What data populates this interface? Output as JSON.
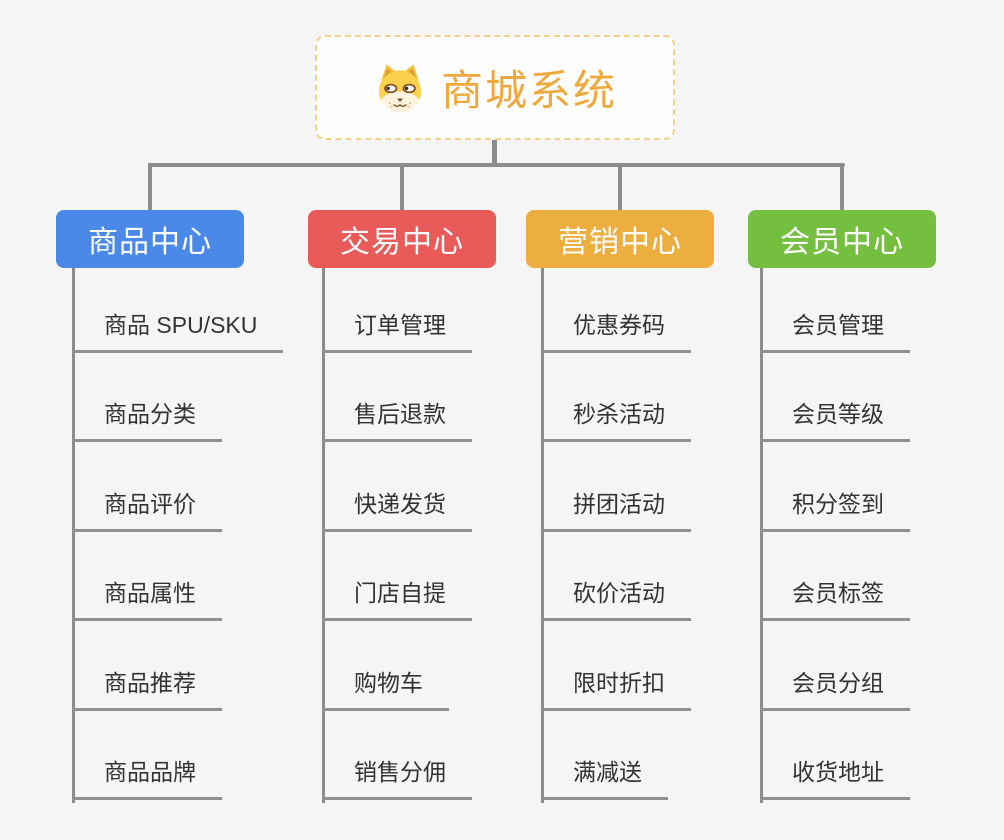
{
  "root": {
    "title": "商城系统",
    "icon": "dog-face-icon"
  },
  "colors": {
    "background": "#f5f5f5",
    "connector": "#8c8c8c",
    "item_underline": "#909090",
    "item_text": "#333333",
    "root_text": "#f0a83c",
    "root_border": "#f3d08a"
  },
  "branches": [
    {
      "label": "商品中心",
      "color": "#4a89e8",
      "items": [
        "商品 SPU/SKU",
        "商品分类",
        "商品评价",
        "商品属性",
        "商品推荐",
        "商品品牌"
      ]
    },
    {
      "label": "交易中心",
      "color": "#e85b58",
      "items": [
        "订单管理",
        "售后退款",
        "快递发货",
        "门店自提",
        "购物车",
        "销售分佣"
      ]
    },
    {
      "label": "营销中心",
      "color": "#ecae3e",
      "items": [
        "优惠券码",
        "秒杀活动",
        "拼团活动",
        "砍价活动",
        "限时折扣",
        "满减送"
      ]
    },
    {
      "label": "会员中心",
      "color": "#74bf40",
      "items": [
        "会员管理",
        "会员等级",
        "积分签到",
        "会员标签",
        "会员分组",
        "收货地址"
      ]
    }
  ]
}
